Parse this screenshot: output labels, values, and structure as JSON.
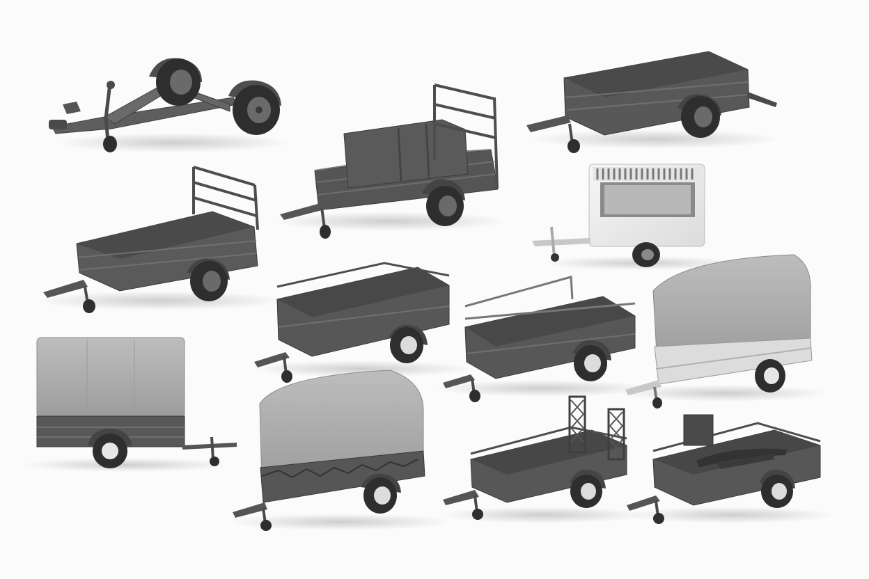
{
  "image": {
    "background": "#fbfbfb",
    "palette": {
      "dark_metal": "#5c5c5c",
      "mid_metal": "#6e6e6e",
      "deck": "#4a4a4a",
      "tire": "#2e2e2e",
      "rim": "#d9d9d9",
      "canvas_cover": "#a9a9a9",
      "galvanized": "#dcdcdc",
      "kiosk_body": "#eeeeee"
    }
  },
  "trailers": [
    {
      "kind": "chassis-only",
      "cover": "none",
      "rails": "none"
    },
    {
      "kind": "box-with-ladder-rack",
      "cover": "none",
      "rails": "front-rack",
      "cargo": "box-crate"
    },
    {
      "kind": "box-tilt-bed",
      "cover": "none",
      "rails": "none"
    },
    {
      "kind": "box-with-ladder-rack",
      "cover": "none",
      "rails": "front-rack"
    },
    {
      "kind": "food-kiosk",
      "cover": "awning",
      "rails": "none"
    },
    {
      "kind": "box-with-mesh-rails",
      "cover": "none",
      "rails": "rail-sides"
    },
    {
      "kind": "box-with-mesh-rails",
      "cover": "none",
      "rails": "rail-sides"
    },
    {
      "kind": "galvanized-with-tarp",
      "cover": "tarp",
      "rails": "none"
    },
    {
      "kind": "box-with-high-tarp",
      "cover": "tarp",
      "rails": "none"
    },
    {
      "kind": "box-with-tarp",
      "cover": "tarp",
      "rails": "none"
    },
    {
      "kind": "box-with-mesh-ramps",
      "cover": "none",
      "rails": "mesh-ramps"
    },
    {
      "kind": "box-with-cargo",
      "cover": "none",
      "rails": "rail-sides",
      "cargo": "toolbox-and-gear"
    }
  ]
}
